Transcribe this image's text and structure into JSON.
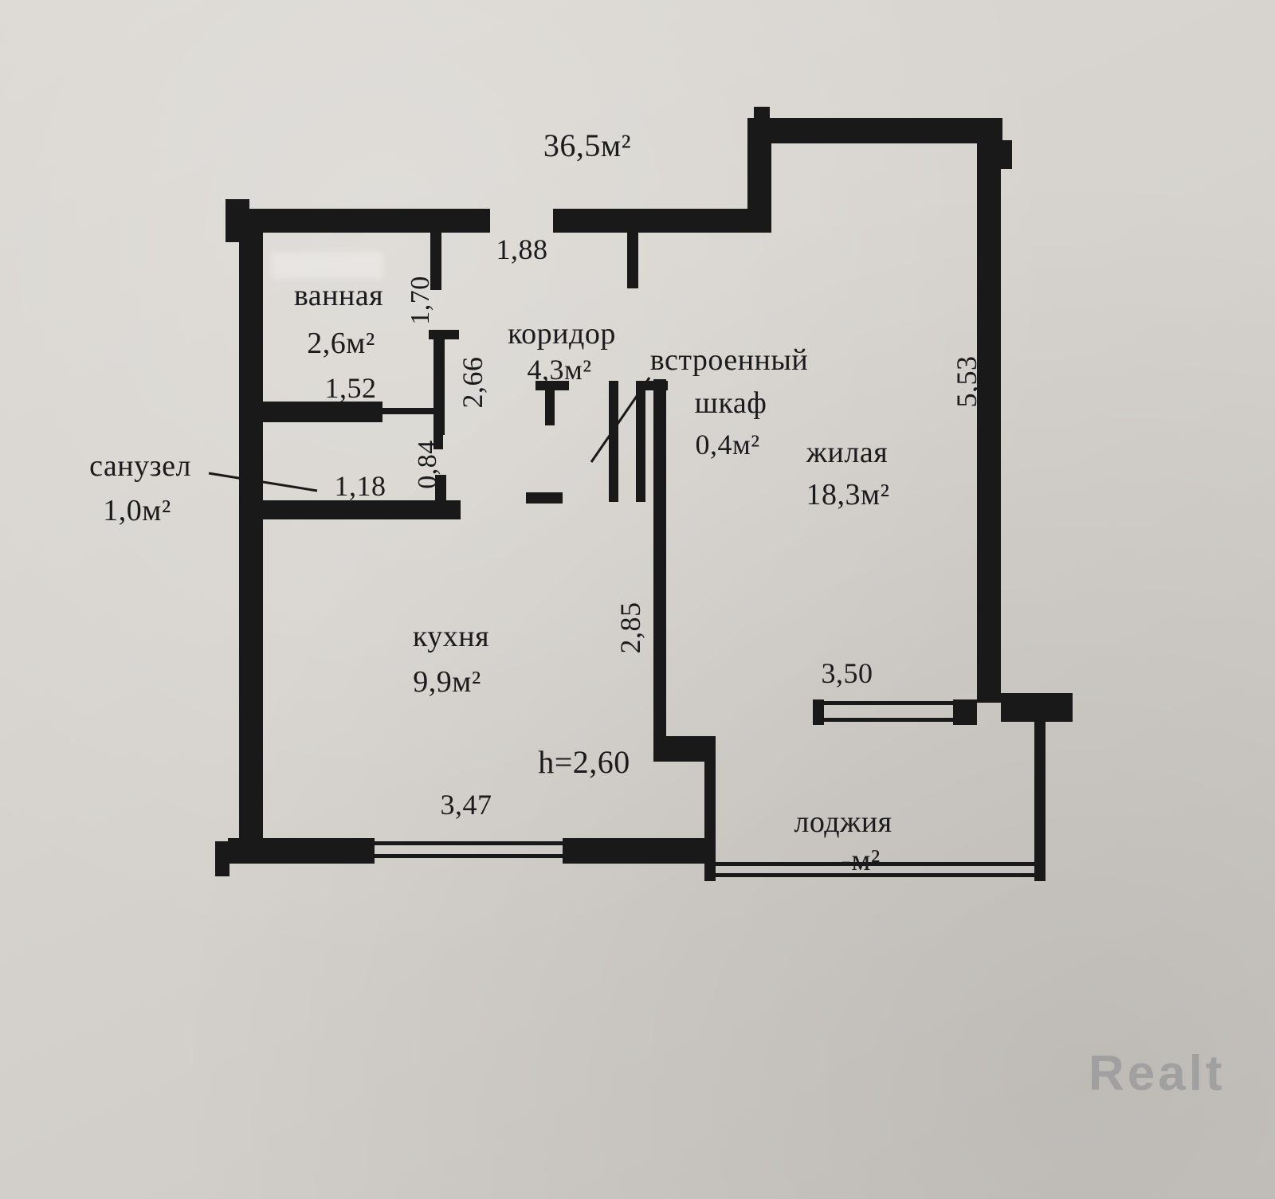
{
  "plan": {
    "total_area": "36,5м²",
    "height_note": "h=2,60",
    "rooms": [
      {
        "id": "bathroom",
        "name": "ванная",
        "area": "2,6м²"
      },
      {
        "id": "wc",
        "name": "санузел",
        "area": "1,0м²"
      },
      {
        "id": "corridor",
        "name": "коридор",
        "area": "4,3м²"
      },
      {
        "id": "closet",
        "name_line1": "встроенный",
        "name_line2": "шкаф",
        "area": "0,4м²"
      },
      {
        "id": "living",
        "name": "жилая",
        "area": "18,3м²"
      },
      {
        "id": "kitchen",
        "name": "кухня",
        "area": "9,9м²"
      },
      {
        "id": "loggia",
        "name": "лоджия",
        "area": "-м²"
      }
    ],
    "dimensions": {
      "entry_width": "1,88",
      "bath_door": "1,70",
      "bath_width": "1,52",
      "corridor_length": "2,66",
      "wc_width": "1,18",
      "wc_door": "0,84",
      "kitchen_depth": "2,85",
      "kitchen_width": "3,47",
      "living_window": "3,50",
      "living_length": "5,53"
    },
    "line_color": "#191919"
  },
  "watermark": "Realt"
}
